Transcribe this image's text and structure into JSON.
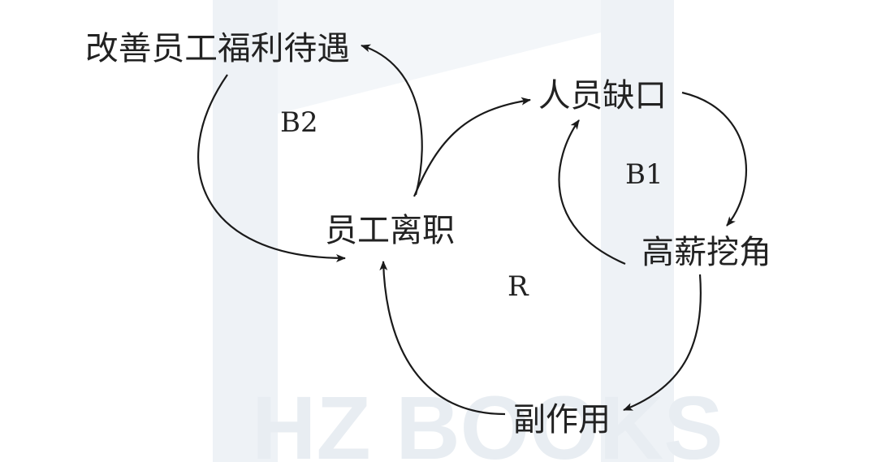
{
  "nodes": {
    "improve_welfare": "改善员工福利待遇",
    "staff_gap": "人员缺口",
    "employee_turnover": "员工离职",
    "high_salary_poaching": "高薪挖角",
    "side_effect": "副作用"
  },
  "loops": {
    "b2": "B2",
    "b1": "B1",
    "r": "R"
  },
  "watermark": {
    "text": "HZ BOOKS",
    "color": "#cfd6de"
  },
  "colors": {
    "ink": "#1a1a1a",
    "watermark_panel": "#edf1f5"
  }
}
